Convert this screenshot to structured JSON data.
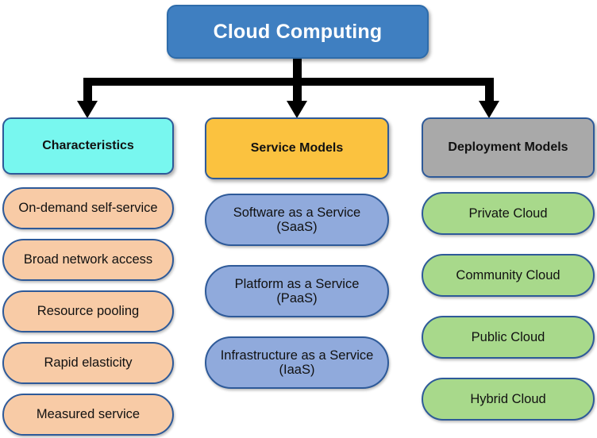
{
  "diagram": {
    "title": "Cloud Computing",
    "root": {
      "label": "Cloud Computing",
      "fill": "#3F7FC1",
      "text_color": "#FFFFFF",
      "border": "#2E6CAB"
    },
    "connector": {
      "color": "#000000",
      "style": "orthogonal-arrows",
      "branches": 3
    },
    "branches": [
      {
        "id": "characteristics",
        "header": {
          "label": "Characteristics",
          "fill": "#78F7EF",
          "border": "#2E5A99"
        },
        "item_fill": "#F8CBA6",
        "items": [
          {
            "label": "On-demand self-service"
          },
          {
            "label": "Broad network access"
          },
          {
            "label": "Resource pooling"
          },
          {
            "label": "Rapid elasticity"
          },
          {
            "label": "Measured service"
          }
        ]
      },
      {
        "id": "service-models",
        "header": {
          "label": "Service Models",
          "fill": "#FBC23F",
          "border": "#2E5A99"
        },
        "item_fill": "#90AADC",
        "items": [
          {
            "label": "Software as a Service (SaaS)"
          },
          {
            "label": "Platform as a Service (PaaS)"
          },
          {
            "label": "Infrastructure as a Service (IaaS)"
          }
        ]
      },
      {
        "id": "deployment-models",
        "header": {
          "label": "Deployment Models",
          "fill": "#A9A9A9",
          "border": "#2E5A99"
        },
        "item_fill": "#A8D98B",
        "items": [
          {
            "label": "Private Cloud"
          },
          {
            "label": "Community Cloud"
          },
          {
            "label": "Public Cloud"
          },
          {
            "label": "Hybrid Cloud"
          }
        ]
      }
    ]
  }
}
